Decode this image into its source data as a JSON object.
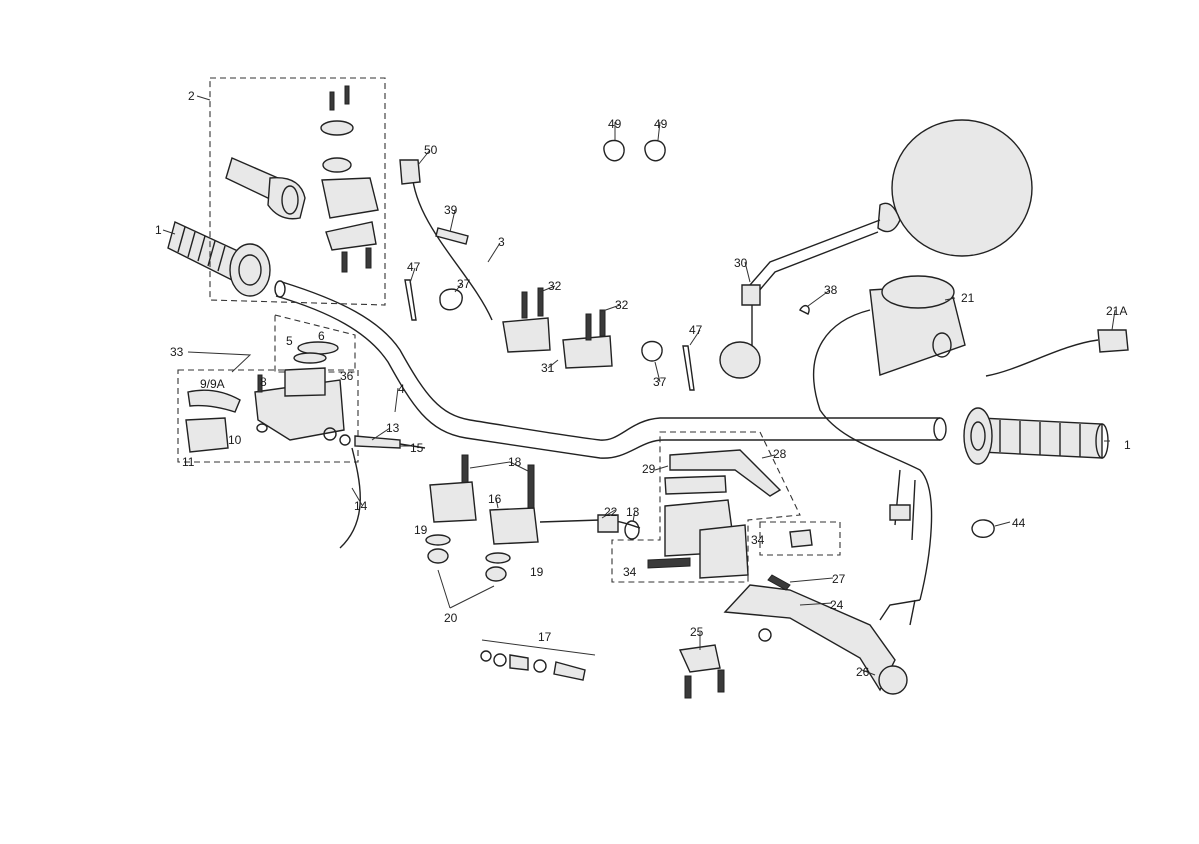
{
  "labels": {
    "p1_left": "1",
    "p1_right": "1",
    "p2": "2",
    "p3": "3",
    "p4": "4",
    "p5": "5",
    "p6": "6",
    "p8": "8",
    "p9": "9/9A",
    "p10": "10",
    "p11": "11",
    "p13a": "13",
    "p13b": "13",
    "p14": "14",
    "p15": "15",
    "p16": "16",
    "p17": "17",
    "p18": "18",
    "p19a": "19",
    "p19b": "19",
    "p20": "20",
    "p21": "21",
    "p21a": "21A",
    "p22": "22",
    "p24": "24",
    "p25": "25",
    "p26": "26",
    "p27": "27",
    "p28": "28",
    "p29": "29",
    "p30": "30",
    "p31": "31",
    "p32a": "32",
    "p32b": "32",
    "p33": "33",
    "p34a": "34",
    "p34b": "34",
    "p36": "36",
    "p37a": "37",
    "p37b": "37",
    "p38": "38",
    "p39": "39",
    "p44": "44",
    "p47a": "47",
    "p47b": "47",
    "p49a": "49",
    "p49b": "49",
    "p50": "50"
  }
}
